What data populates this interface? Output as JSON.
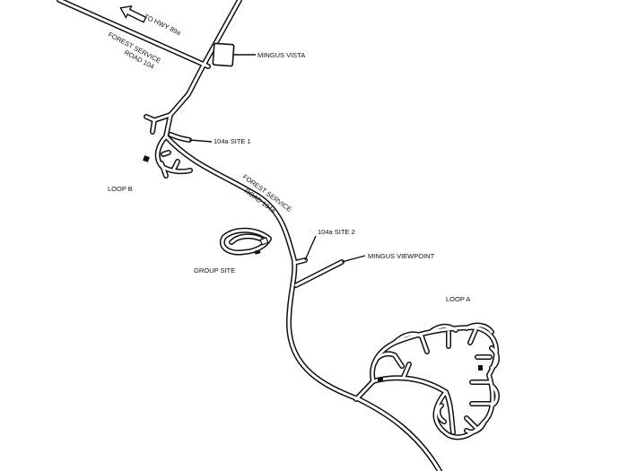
{
  "labels": {
    "to_hwy": "TO HWY 89a",
    "fs104_line1": "FOREST SERVICE",
    "fs104_line2": "ROAD 104",
    "fs104a_line1": "FOREST SERVICE",
    "fs104a_line2": "ROAD 104a",
    "mingus_vista": "MINGUS VISTA",
    "site1": "104a SITE 1",
    "site2": "104a SITE 2",
    "loop_b": "LOOP B",
    "loop_a": "LOOP A",
    "group_site": "GROUP SITE",
    "mingus_viewpoint": "MINGUS VIEWPOINT"
  },
  "colors": {
    "road": "#111111",
    "background": "#ffffff"
  }
}
